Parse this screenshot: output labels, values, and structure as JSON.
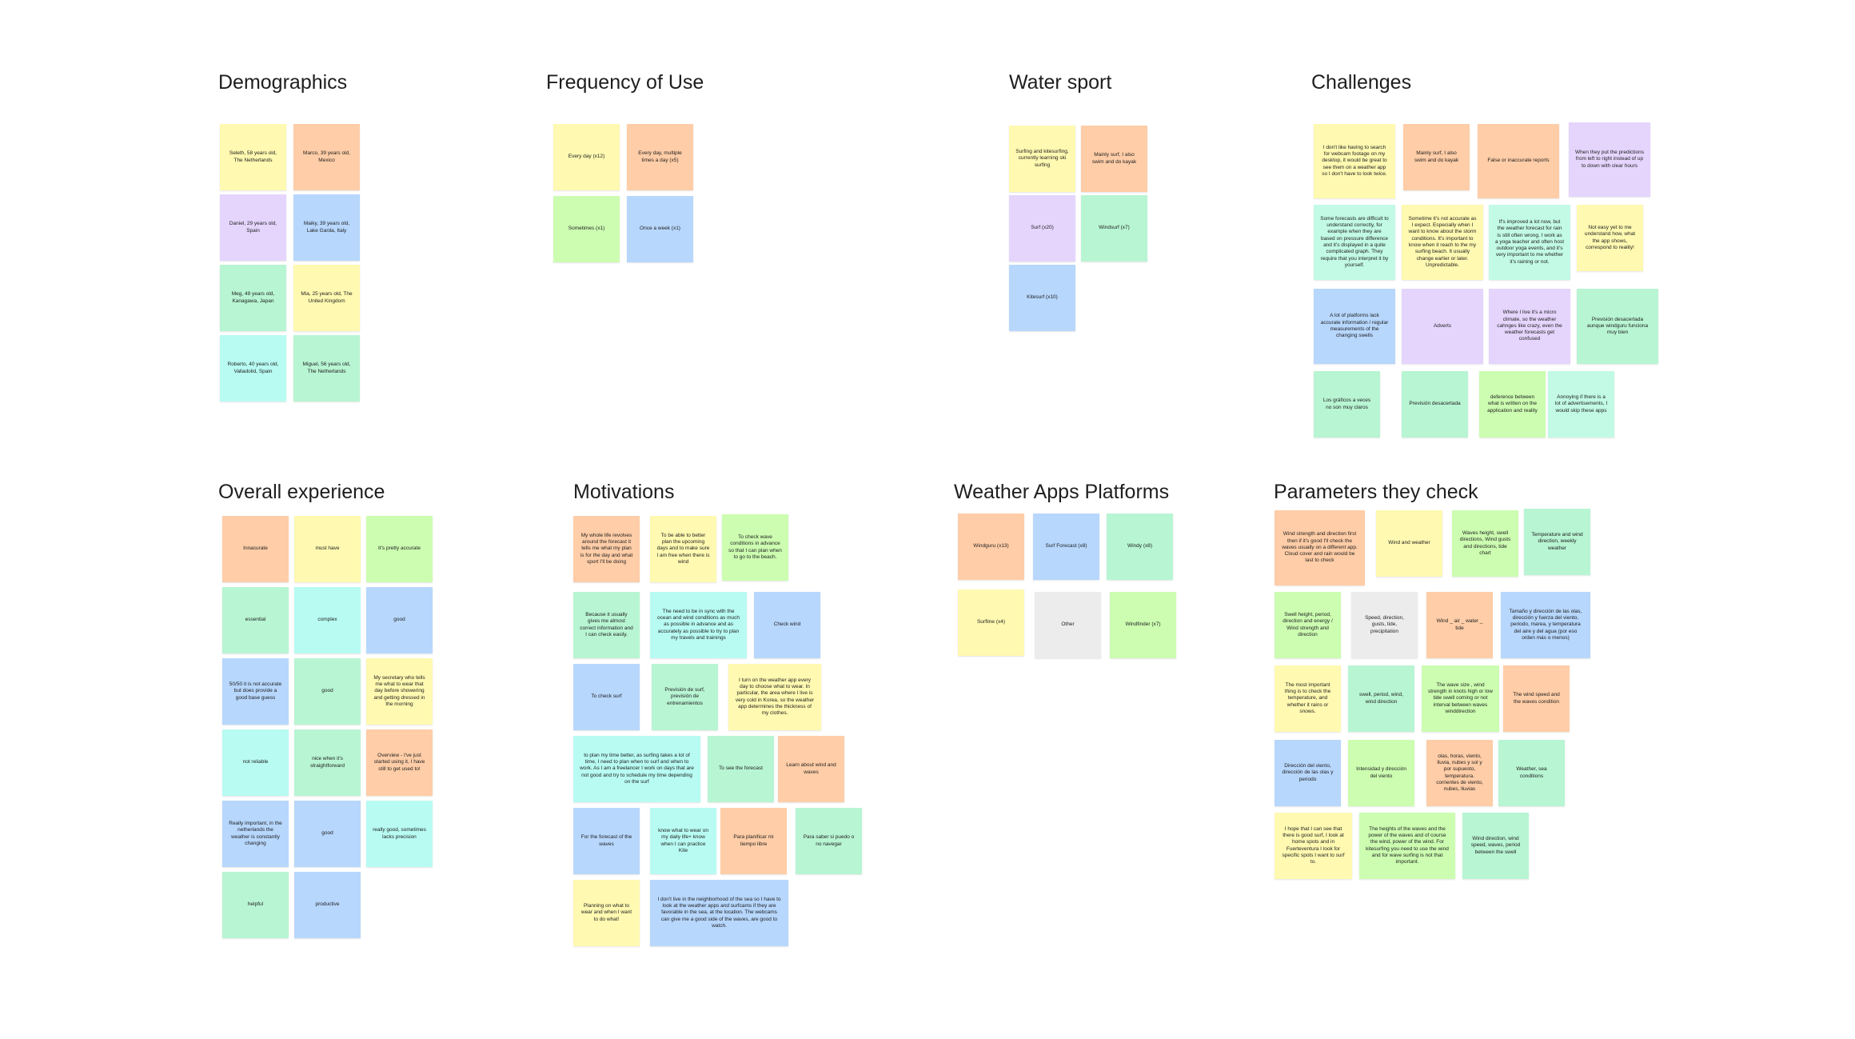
{
  "colors": {
    "yellow": "#fff9b1",
    "orange": "#ffcda7",
    "purple": "#e5d5fd",
    "blue": "#b7d7fd",
    "teal": "#c2fae5",
    "mint": "#b8f5d3",
    "cyan": "#b8fbf3",
    "green": "#ccfdb1",
    "gray": "#ececec"
  },
  "sections": {
    "demographics": {
      "title": "Demographics",
      "notes": [
        "Seleth, 58 years old, The Netherlands",
        "Marco, 39 years old, Mexico",
        "Daniel, 29 years old, Spain",
        "Maiky, 39 years old, Lake Garda, Italy",
        "Meg, 49 years old, Kanagawa, Japan",
        "Mia, 25 years old, The United Kingdom",
        "Roberto, 40 years old, Valladolid, Spain",
        "Miguel, 56 years old, The Netherlands"
      ]
    },
    "frequency": {
      "title": "Frequency of Use",
      "notes": [
        "Every day (x12)",
        "Every day, multiple times a day (x5)",
        "Sometimes (x1)",
        "Once a week (x1)"
      ]
    },
    "water_sport": {
      "title": "Water sport",
      "notes": [
        "Surfing and kitesurfing, currently learning ski surfing",
        "Mainly surf, I also swim and do kayak",
        "Surf (x20)",
        "Windsurf (x7)",
        "Kitesurf (x10)"
      ]
    },
    "challenges": {
      "title": "Challenges",
      "notes": [
        "I don't like having to search for webcam footage on my desktop, it would be great to see them on a weather app so I don't have to look twice.",
        "Mainly surf, I also swim and do kayak",
        "False or inaccurate reports",
        "When they put the predictions from left to right instead of up to down with clear hours",
        "Some forecasts are difficult to understand correctly, for example when they are based on pressure difference and it's displayed in a quite complicated graph. They require that you interpret it by yourself.",
        "Sometime it's not accurate as I expect. Especially when I want to know about the storm conditions. It's important to know when it reach to the my surfing beach. It usually change earlier or later. Unpredictable.",
        "If's improved a lot now, but the weather forecast for rain is still often wrong. I work as a yoga teacher and often host outdoor yoga events, and it's very important to me whether it's raining or not.",
        "Not easy yet to me understand how, what the app shows, correspond to reality!",
        "A lot of platforms lack accurate information / regular measurements of the changing swells",
        "Adverts",
        "Where I live it's a micro climate, so the weather cahnges like crazy, even the weather forecasts get confused",
        "Previsión desacertada aunque windguru funciona muy bien",
        "Los gráficos a veces no son muy claros",
        "Previsión desacertada",
        "deference between what is written on the application and reality",
        "Annoying if there is a lot of advertisements, I would skip these apps"
      ]
    },
    "overall": {
      "title": "Overall experience",
      "notes": [
        "Innacurate",
        "must have",
        "It's pretty accurate",
        "essential",
        "complex",
        "good",
        "50/50 it is not accurate but does provide a good base guess",
        "good",
        "My secretary who tells me what to wear that day before showering and getting dressed in the morning",
        "not reliable",
        "nice when it's straightforward",
        "Overview - I've just started using it, I have still to get used to!",
        "Really important, in the netherlands the weather is constantly changing",
        "good",
        "really good, sometimes lacks precision",
        "helpful",
        "productive"
      ]
    },
    "motivations": {
      "title": "Motivations",
      "notes": [
        "My whole life revolves around the forecast it tells me what my plan is for the day and what sport I'll be doing",
        "To be able to better plan the upcoming days and to make sure I am free when there is wind",
        "To check wave conditions in advance so that I can plan when to go to the beach.",
        "Because it usually gives me almost correct information and I can check easily.",
        "The need to be in sync with the ocean and wind conditions as much as possible in advance and as accurately as possible to try to plan my travels and trainings",
        "Check wind",
        "To check surf",
        "Previsión de surf, previsión de entrenamientos",
        "I turn on the weather app every day to choose what to wear. In particular, the area where I live is very cold in Korea, so the weather app determines the thickness of my clothes.",
        "to plan my time better, as surfing takes a lot of time, I need to plan when to surf and when to work. As I am a freelancer I work on days that are not good and try to schedule my time depending on the surf",
        "To see the forecast",
        "Learn about wind and waves",
        "For the forecast of the waves",
        "know what to wear on my daily life+ know when I can practice Kite",
        "Para planificar mi tiempo libre",
        "Para saber si puedo o no navegar",
        "Planning on what to wear and when I want to do what!",
        "I don't live in the neighborhood of the sea so I have to look at the weather apps and surfcams if they are favorable in the sea, at the location. The webcams can give me a good side of the waves, are good to watch."
      ]
    },
    "platforms": {
      "title": "Weather Apps Platforms",
      "notes": [
        "Windguru (x13)",
        "Surf Forecast (x8)",
        "Windy (x8)",
        "Surfline (x4)",
        "Other",
        "Windfinder (x7)"
      ]
    },
    "parameters": {
      "title": "Parameters they check",
      "notes": [
        "Wind strength and direction first then if it's good I'll check the waves usually on a different app. Cloud cover and rain would be last to check",
        "Wind and weather",
        "Waves height, swell directions, Wind gusts and directions, tide chart",
        "Temperature and wind direction, weekly weather",
        "Swell height, period, direction and energy / Wind strength and direction",
        "Speed, direction, gusts, tide, precipitation",
        "Wind _ air _ water _ tide",
        "Tamaño y dirección de las olas, dirección y fuerza del viento, periodo, marea, y temperatura del aire y del agua (por eso orden más o menos)",
        "The most important thing is to check the temperature, and whether it rains or snows.",
        "swell, period, wind, wind direction",
        "The wave size , wind strength in knots high or low tide swell coming or not interval between waves winddirection",
        "The wind speed and the waves condition",
        "Dirección del viento, dirección de las olas y periodo",
        "Intensidad y dirección del viento",
        "olas, horas, viento, lluvia, nubes y sol y por supuesto, temperatura. corrientes de viento, nubes, lluvias",
        "Weather, sea conditions",
        "I hope that I can see that there is good surf, I look at home spots and in Fuerteventura I look for specific spots I want to surf to.",
        "The heights of the waves and the power of the waves and of course the wind, power of the wind. For kitesurfing you need to use the wind and for wave surfing is not that important.",
        "Wind direction, wind speed, waves, period between the swell"
      ]
    }
  }
}
